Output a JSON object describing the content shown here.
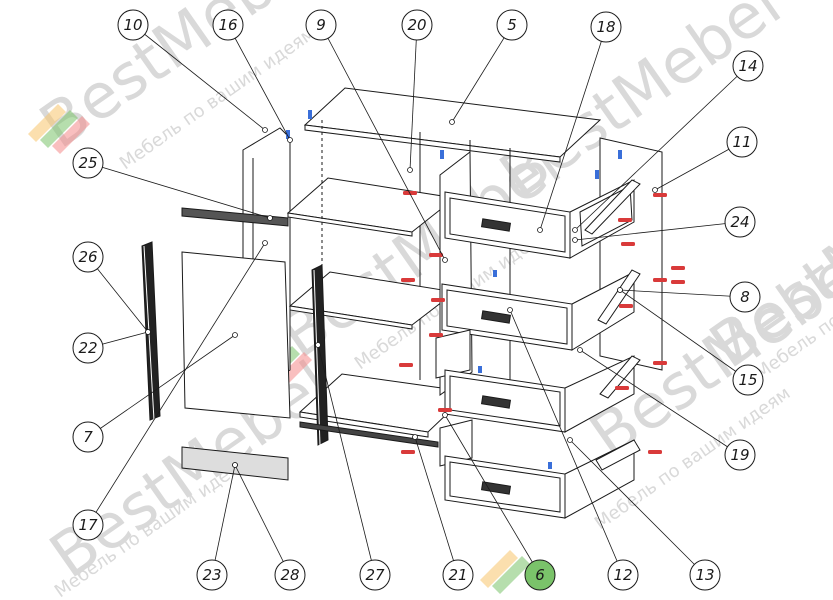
{
  "watermark": {
    "brand": "BestMebel",
    "tagline": "Мебель по вашим идеям",
    "brand_color": "#d9d9d9",
    "logo_colors": [
      "#f7c56b",
      "#7ac36a",
      "#f48a8a"
    ]
  },
  "callouts": [
    {
      "id": "c10",
      "label": "10"
    },
    {
      "id": "c16",
      "label": "16"
    },
    {
      "id": "c9",
      "label": "9"
    },
    {
      "id": "c20",
      "label": "20"
    },
    {
      "id": "c5",
      "label": "5"
    },
    {
      "id": "c18",
      "label": "18"
    },
    {
      "id": "c14",
      "label": "14"
    },
    {
      "id": "c11",
      "label": "11"
    },
    {
      "id": "c24",
      "label": "24"
    },
    {
      "id": "c8",
      "label": "8"
    },
    {
      "id": "c15",
      "label": "15"
    },
    {
      "id": "c19",
      "label": "19"
    },
    {
      "id": "c13",
      "label": "13"
    },
    {
      "id": "c12",
      "label": "12"
    },
    {
      "id": "c6",
      "label": "6"
    },
    {
      "id": "c21",
      "label": "21"
    },
    {
      "id": "c27",
      "label": "27"
    },
    {
      "id": "c28",
      "label": "28"
    },
    {
      "id": "c23",
      "label": "23"
    },
    {
      "id": "c17",
      "label": "17"
    },
    {
      "id": "c7",
      "label": "7"
    },
    {
      "id": "c22",
      "label": "22"
    },
    {
      "id": "c26",
      "label": "26"
    },
    {
      "id": "c25",
      "label": "25"
    }
  ],
  "colors": {
    "line": "#1a1a1a",
    "confirmat": "#d93a3a",
    "hinge": "#3a6fd9",
    "highlight_callout": "#7ac36a"
  }
}
